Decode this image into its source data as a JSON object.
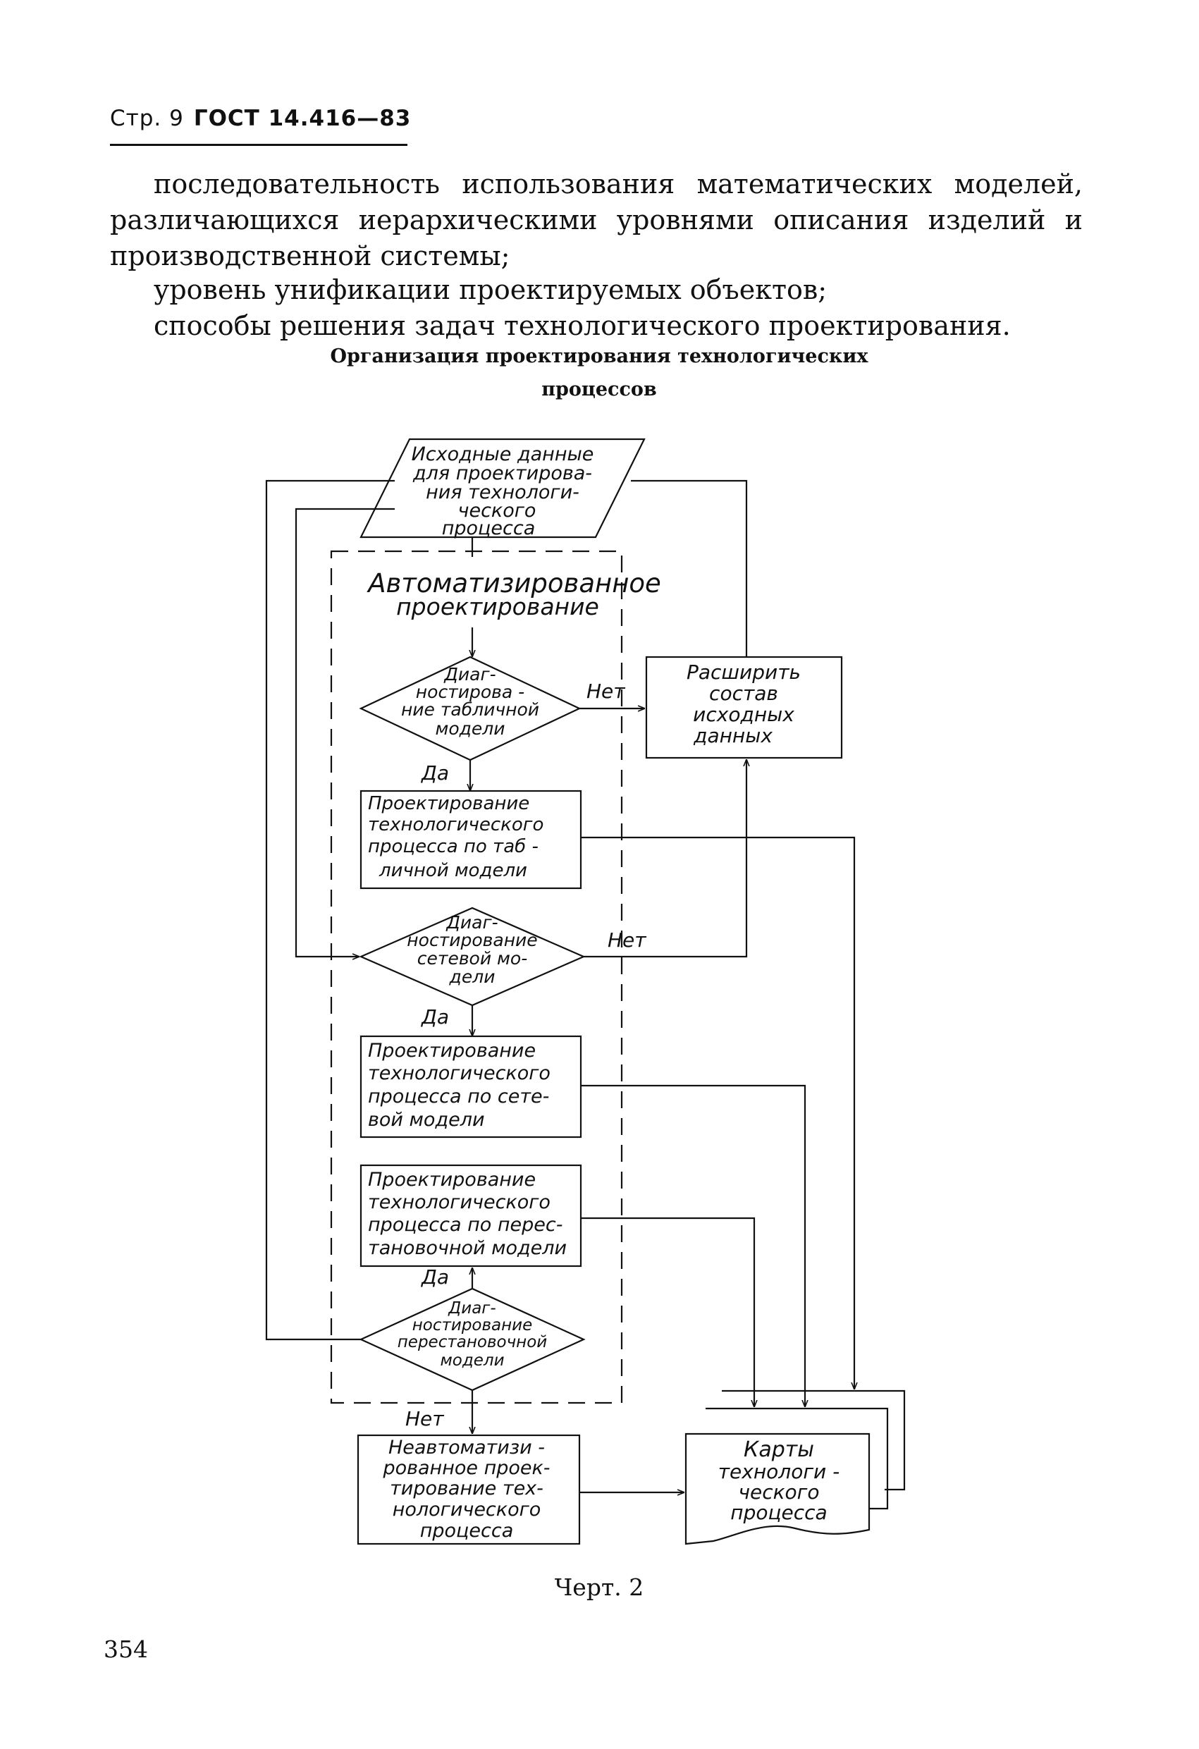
{
  "header": {
    "page_label": "Стр. 9",
    "standard": "ГОСТ 14.416—83"
  },
  "body_text": {
    "line1": "последовательность использования математических моделей,",
    "line2": "различающихся иерархическими уровнями описания изделий и",
    "line3": "производственной системы;",
    "line4": "уровень унификации проектируемых объектов;",
    "line5": "способы решения задач технологического проектирования."
  },
  "figure_title": {
    "line1": "Организация проектирования технологических",
    "line2": "процессов"
  },
  "diagram": {
    "input_data": [
      "Исходные данные",
      "для проектирова-",
      "ния технологи-",
      "ческого",
      "процесса"
    ],
    "auto_label": [
      "Автоматизированное",
      "проектирование"
    ],
    "diag_table": [
      "Диаг-",
      "ностирова -",
      "ние табличной",
      "модели"
    ],
    "expand_data": [
      "Расширить",
      "состав",
      "исходных",
      "данных"
    ],
    "design_table": [
      "Проектирование",
      "технологического",
      "процесса по таб -",
      "личной модели"
    ],
    "diag_network": [
      "Диаг-",
      "ностирование",
      "сетевой мо-",
      "дели"
    ],
    "design_network": [
      "Проектирование",
      "технологического",
      "процесса по сете-",
      "вой модели"
    ],
    "design_perm": [
      "Проектирование",
      "технологического",
      "процесса по перес-",
      "тановочной модели"
    ],
    "diag_perm": [
      "Диаг-",
      "ностирование",
      "перестановочной",
      "модели"
    ],
    "manual_design": [
      "Неавтоматизи -",
      "рованное проек-",
      "тирование тех-",
      "нологического",
      "процесса"
    ],
    "cards": [
      "Карты",
      "технологи -",
      "ческого",
      "процесса"
    ],
    "yes": "Да",
    "no": "Нет"
  },
  "figure_label": "Черт. 2",
  "page_number": "354"
}
